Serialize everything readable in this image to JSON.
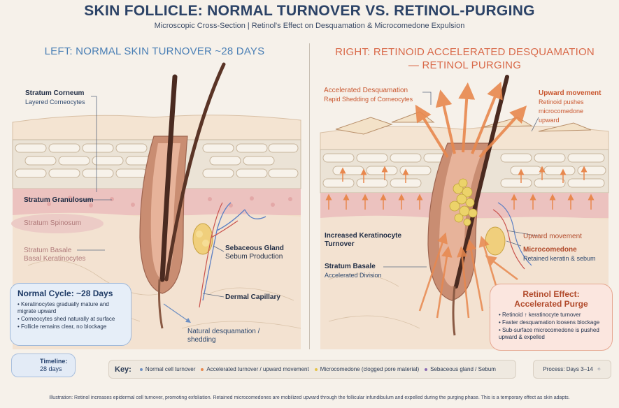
{
  "header": {
    "title": "SKIN FOLLICLE: NORMAL TURNOVER VS. RETINOL-PURGING",
    "subtitle": "Microscopic Cross-Section | Retinol's Effect on Desquamation & Microcomedone Expulsion"
  },
  "left": {
    "title": "LEFT: NORMAL SKIN TURNOVER ~28 DAYS",
    "labels": {
      "corneum": "Stratum Corneum",
      "corneum_sub": "Layered Corneocytes",
      "granulosum": "Stratum Granulosum",
      "spinosum": "Stratum Spinosum",
      "basale": "Stratum Basale",
      "basale_sub": "Basal Keratinocytes",
      "gland": "Sebaceous Gland",
      "gland_sub": "Sebum Production",
      "capillary": "Dermal Capillary",
      "desq": "Natural desquamation /",
      "desq2": "shedding"
    },
    "cycle": {
      "title": "Normal Cycle: ~28 Days",
      "items": [
        "• Keratinocytes gradually mature and migrate upward",
        "• Corneocytes shed naturally at surface",
        "• Follicle remains clear, no blockage"
      ]
    },
    "timeline": {
      "label": "Timeline:",
      "value": "28 days"
    }
  },
  "right": {
    "title_line1": "RIGHT: RETINOID ACCELERATED DESQUAMATION",
    "title_line2": "— RETINOL PURGING",
    "labels": {
      "accel": "Accelerated Desquamation",
      "accel_sub": "Rapid Shedding of Corneocytes",
      "upward": "Upward movement",
      "upward_sub1": "Retinoid pushes",
      "upward_sub2": "microcomedone",
      "upward_sub3": "upward",
      "kerat": "Increased Keratinocyte",
      "kerat2": "Turnover",
      "basale": "Stratum Basale",
      "basale_sub": "Accelerated Division",
      "upward2": "Upward movement",
      "micro": "Microcomedone",
      "micro_sub": "Retained keratin & sebum"
    },
    "effect": {
      "title1": "Retinol Effect:",
      "title2": "Accelerated Purge",
      "items": [
        "• Retinoid ↑ keratinocyte turnover",
        "• Faster desquamation loosens blockage",
        "• Sub-surface microcomedone is pushed upward & expelled"
      ]
    }
  },
  "key": {
    "title": "Key:",
    "items": [
      {
        "label": "Normal cell turnover",
        "color": "#6d8fc2"
      },
      {
        "label": "Accelerated turnover / upward movement",
        "color": "#e8884e"
      },
      {
        "label": "Microcomedone (clogged pore material)",
        "color": "#e6c44a"
      },
      {
        "label": "Sebaceous gland / Sebum",
        "color": "#8a6bb3"
      }
    ],
    "process": "Process: Days 3–14"
  },
  "footer": "Illustration: Retinol increases epidermal cell turnover, promoting exfoliation. Retained microcomedones are mobilized upward through the follicular infundibulum and expelled during the purging phase. This is a temporary effect as skin adapts.",
  "colors": {
    "accent_blue": "#4a7fb5",
    "accent_orange": "#d96a4a",
    "arrow_orange": "#e8884e",
    "skin": "#f3d9bf",
    "dermis": "#efd9c4"
  }
}
